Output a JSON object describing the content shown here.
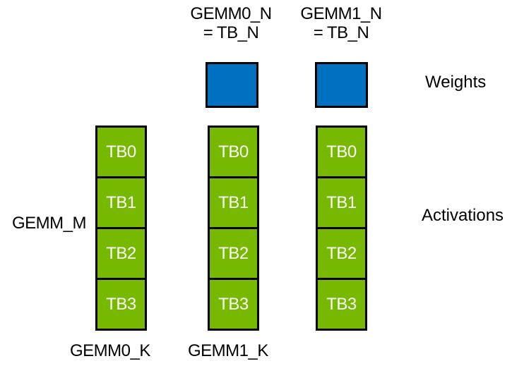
{
  "diagram": {
    "title_labels": {
      "gemm0_n": {
        "line1": "GEMM0_N",
        "line2": "= TB_N"
      },
      "gemm1_n": {
        "line1": "GEMM1_N",
        "line2": "= TB_N"
      }
    },
    "side_labels": {
      "gemm_m": "GEMM_M",
      "weights": "Weights",
      "activations": "Activations"
    },
    "bottom_labels": {
      "gemm0_k": "GEMM0_K",
      "gemm1_k": "GEMM1_K"
    },
    "weights_squares": [
      {
        "name": "gemm0-weights-tile"
      },
      {
        "name": "gemm1-weights-tile"
      }
    ],
    "activation_columns": [
      {
        "name": "activations-column-0",
        "blocks": [
          "TB0",
          "TB1",
          "TB2",
          "TB3"
        ]
      },
      {
        "name": "activations-column-1",
        "blocks": [
          "TB0",
          "TB1",
          "TB2",
          "TB3"
        ]
      },
      {
        "name": "activations-column-2",
        "blocks": [
          "TB0",
          "TB1",
          "TB2",
          "TB3"
        ]
      }
    ],
    "colors": {
      "weights_fill": "#0070C0",
      "activations_fill": "#76B900",
      "outline": "#000000",
      "background": "#FFFFFF",
      "block_text": "#FFFFFF",
      "label_text": "#000000"
    }
  }
}
